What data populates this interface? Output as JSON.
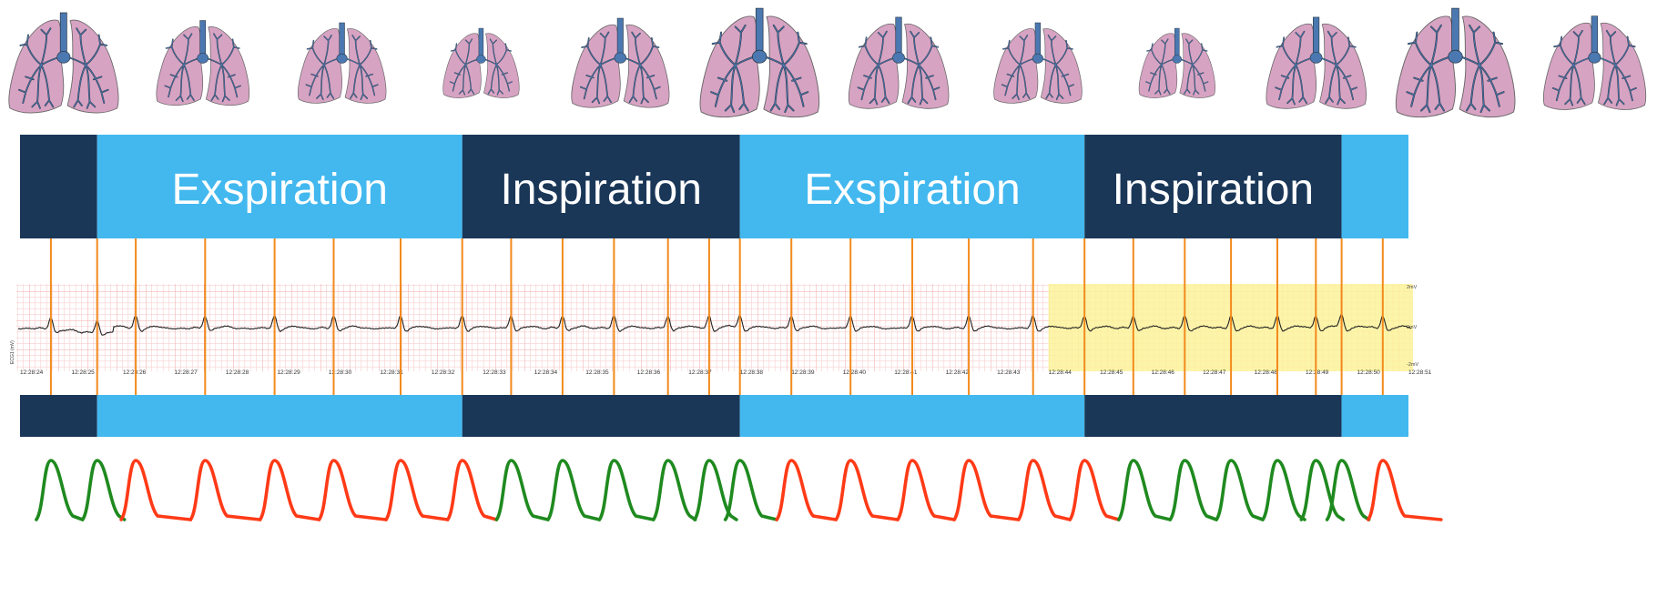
{
  "colors": {
    "expiration": "#42b8ef",
    "inspiration": "#1a3758",
    "marker": "#f28a1c",
    "ecg_trace": "#222222",
    "ecg_grid_minor": "#f7cfcf",
    "ecg_grid_major": "#f0a8a8",
    "highlight": "#fbf29a",
    "pulse_expiration": "#ff3a17",
    "pulse_inspiration": "#1f8a1f",
    "lung_tissue": "#d7a3c3",
    "lung_outline": "#666666",
    "bronchi": "#4b78b0",
    "bronchi_outline": "#2d3a4a",
    "phase_text": "#ffffff"
  },
  "lungs": [
    {
      "size": 0.92
    },
    {
      "size": 0.78
    },
    {
      "size": 0.74
    },
    {
      "size": 0.64
    },
    {
      "size": 0.82
    },
    {
      "size": 1.0
    },
    {
      "size": 0.84
    },
    {
      "size": 0.74
    },
    {
      "size": 0.64
    },
    {
      "size": 0.84
    },
    {
      "size": 1.0
    },
    {
      "size": 0.86
    }
  ],
  "phases": [
    {
      "kind": "inspiration",
      "label": "",
      "start_s": 0.0,
      "end_s": 1.5
    },
    {
      "kind": "expiration",
      "label": "Exspiration",
      "start_s": 1.5,
      "end_s": 8.6
    },
    {
      "kind": "inspiration",
      "label": "Inspiration",
      "start_s": 8.6,
      "end_s": 14.0
    },
    {
      "kind": "expiration",
      "label": "Exspiration",
      "start_s": 14.0,
      "end_s": 20.7
    },
    {
      "kind": "inspiration",
      "label": "Inspiration",
      "start_s": 20.7,
      "end_s": 25.7
    },
    {
      "kind": "expiration",
      "label": "",
      "start_s": 25.7,
      "end_s": 27.0
    }
  ],
  "ecg": {
    "time_labels": [
      "12:28:24",
      "12:28:25",
      "12:28:26",
      "12:28:27",
      "12:28:28",
      "12:28:29",
      "12:28:30",
      "12:28:31",
      "12:28:32",
      "12:28:33",
      "12:28:34",
      "12:28:35",
      "12:28:36",
      "12:28:37",
      "12:28:38",
      "12:28:39",
      "12:28:40",
      "12:28:41",
      "12:28:42",
      "12:28:43",
      "12:28:44",
      "12:28:45",
      "12:28:46",
      "12:28:47",
      "12:28:48",
      "12:28:49",
      "12:28:50",
      "12:28:51"
    ],
    "right_axis_labels": [
      "2mV",
      "0mV",
      "-2mV"
    ],
    "left_axis_label": "ECG1 (mV)",
    "highlight_start_s": 20.0
  },
  "r_peaks_s": [
    0.6,
    1.5,
    2.25,
    3.6,
    4.95,
    6.1,
    7.4,
    8.6,
    9.55,
    10.55,
    11.55,
    12.6,
    13.4,
    14.0,
    15.0,
    16.15,
    17.35,
    18.45,
    19.7,
    20.7,
    21.65,
    22.65,
    23.55,
    24.45,
    25.2,
    25.7,
    26.5
  ],
  "pulse_beats": [
    {
      "t": 0.6,
      "phase": "inspiration"
    },
    {
      "t": 1.5,
      "phase": "inspiration"
    },
    {
      "t": 2.25,
      "phase": "expiration"
    },
    {
      "t": 3.6,
      "phase": "expiration"
    },
    {
      "t": 4.95,
      "phase": "expiration"
    },
    {
      "t": 6.1,
      "phase": "expiration"
    },
    {
      "t": 7.4,
      "phase": "expiration"
    },
    {
      "t": 8.6,
      "phase": "expiration"
    },
    {
      "t": 9.55,
      "phase": "inspiration"
    },
    {
      "t": 10.55,
      "phase": "inspiration"
    },
    {
      "t": 11.55,
      "phase": "inspiration"
    },
    {
      "t": 12.6,
      "phase": "inspiration"
    },
    {
      "t": 13.4,
      "phase": "inspiration"
    },
    {
      "t": 14.0,
      "phase": "inspiration"
    },
    {
      "t": 15.0,
      "phase": "expiration"
    },
    {
      "t": 16.15,
      "phase": "expiration"
    },
    {
      "t": 17.35,
      "phase": "expiration"
    },
    {
      "t": 18.45,
      "phase": "expiration"
    },
    {
      "t": 19.7,
      "phase": "expiration"
    },
    {
      "t": 20.7,
      "phase": "expiration"
    },
    {
      "t": 21.65,
      "phase": "inspiration"
    },
    {
      "t": 22.65,
      "phase": "inspiration"
    },
    {
      "t": 23.55,
      "phase": "inspiration"
    },
    {
      "t": 24.45,
      "phase": "inspiration"
    },
    {
      "t": 25.2,
      "phase": "inspiration"
    },
    {
      "t": 25.7,
      "phase": "inspiration"
    },
    {
      "t": 26.5,
      "phase": "expiration"
    }
  ]
}
